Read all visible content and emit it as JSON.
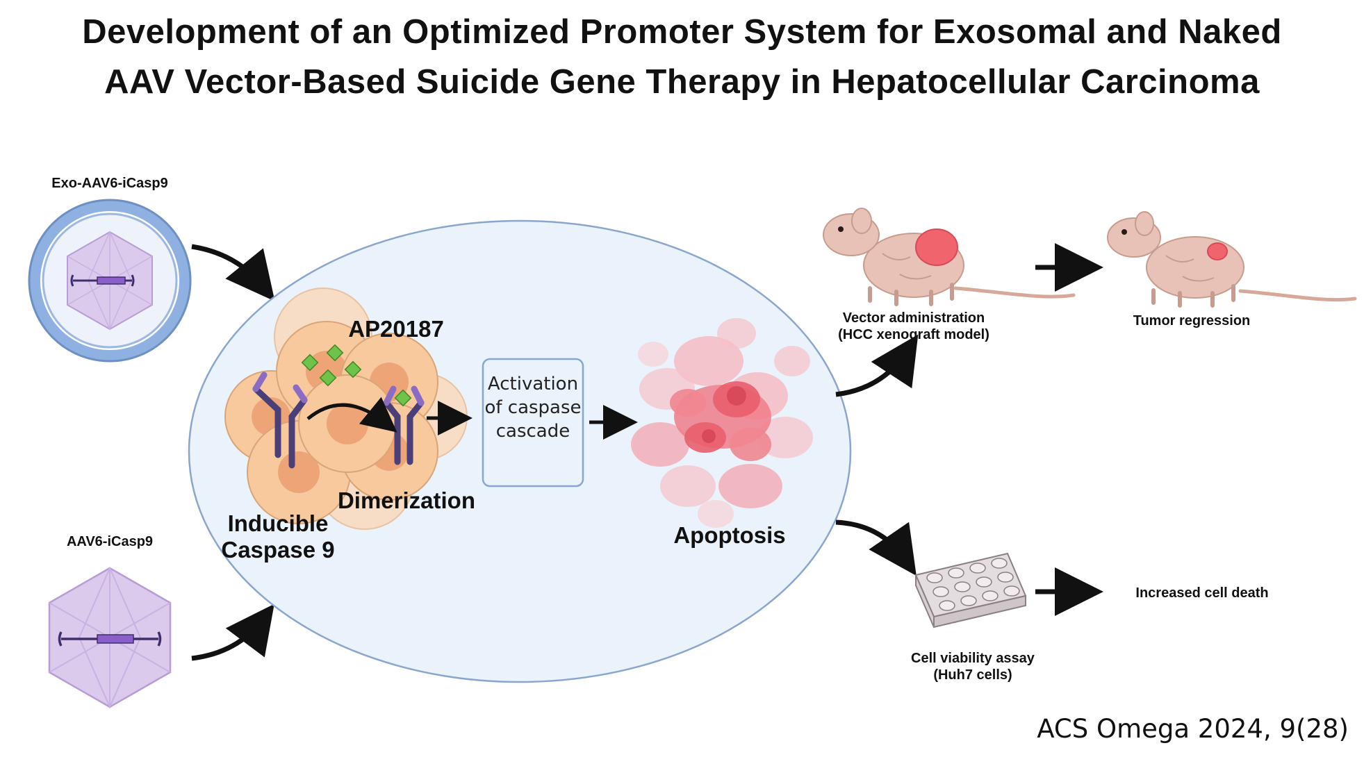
{
  "title": {
    "line1": "Development of an Optimized Promoter System for Exosomal and Naked",
    "line2": "AAV Vector-Based Suicide Gene Therapy in Hepatocellular Carcinoma"
  },
  "labels": {
    "exo_vector": "Exo-AAV6-iCasp9",
    "naked_vector": "AAV6-iCasp9",
    "ap20187": "AP20187",
    "dimerization": "Dimerization",
    "inducible_line1": "Inducible",
    "inducible_line2": "Caspase 9",
    "activation_box": "Activation of caspase cascade",
    "apoptosis": "Apoptosis",
    "vector_admin_line1": "Vector administration",
    "vector_admin_line2": "(HCC xenograft model)",
    "tumor_regression": "Tumor regression",
    "viability_line1": "Cell viability assay",
    "viability_line2": "(Huh7 cells)",
    "increased_death": "Increased cell death"
  },
  "citation": "ACS Omega 2024, 9(28)",
  "colors": {
    "ellipse_fill": "#eaf2fb",
    "ellipse_stroke": "#8aa6cf",
    "capsid": "#d9c6ea",
    "capsid_stroke": "#b79cd6",
    "exosome_ring": "#8fb1e2",
    "cell_fill": "#f7c99d",
    "cell_nucleus": "#eda578",
    "receptor": "#4a3f78",
    "receptor_tip": "#8a6cc4",
    "drug": "#6fc24a",
    "apoptotic": "#ee7c88",
    "tumor": "#f0646e",
    "mouse": "#e8c2b6"
  }
}
